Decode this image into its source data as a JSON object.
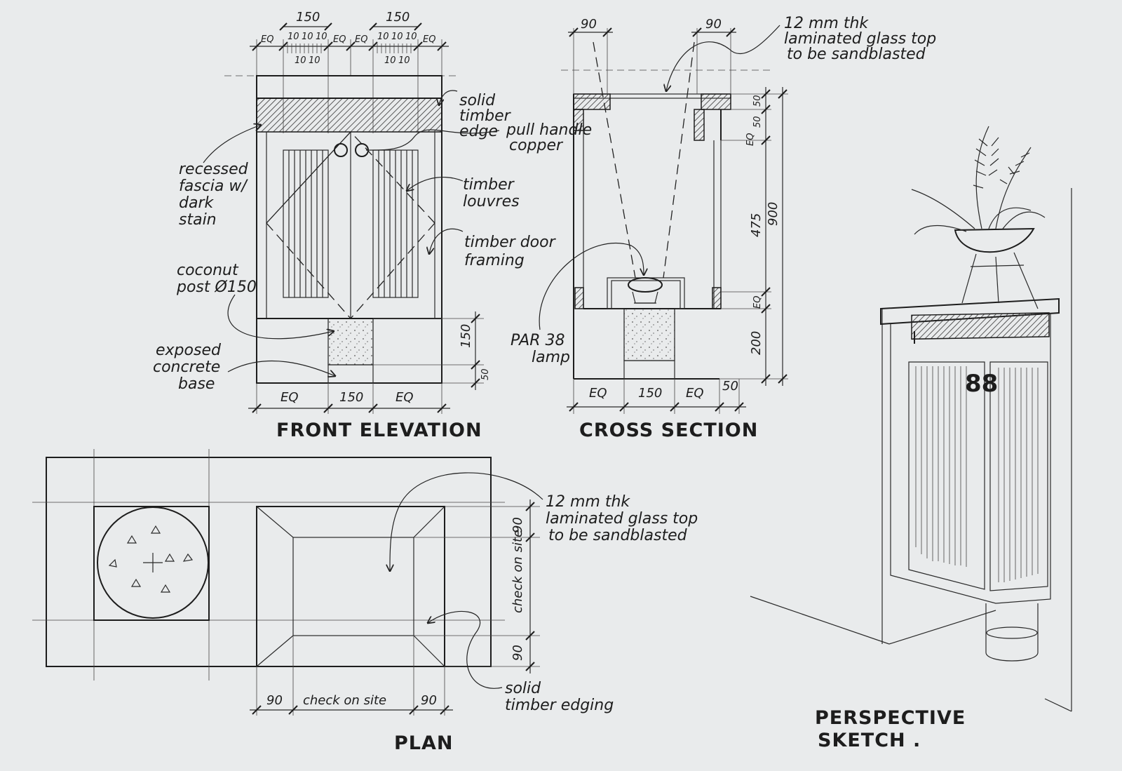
{
  "titles": {
    "front_elevation": "FRONT ELEVATION",
    "cross_section": "CROSS SECTION",
    "plan": "PLAN",
    "perspective_line1": "PERSPECTIVE",
    "perspective_line2": "SKETCH ."
  },
  "annotations": {
    "solid_timber_edge": [
      "solid",
      "timber",
      "edge"
    ],
    "pull_handle": [
      "pull handle",
      "copper"
    ],
    "recessed_fascia": [
      "recessed",
      "fascia w/",
      "dark",
      "stain"
    ],
    "timber_louvres": [
      "timber",
      "louvres"
    ],
    "timber_door_framing": [
      "timber door",
      "framing"
    ],
    "coconut_post": [
      "coconut",
      "post Ø150"
    ],
    "exposed_concrete": [
      "exposed",
      "concrete",
      "base"
    ],
    "par_lamp": [
      "PAR 38",
      "lamp"
    ],
    "glass_top_section": [
      "12 mm thk",
      "laminated glass top",
      "to be sandblasted"
    ],
    "glass_top_plan": [
      "12 mm thk",
      "laminated glass top",
      "to be sandblasted"
    ],
    "solid_timber_edging": [
      "solid",
      "timber edging"
    ]
  },
  "dimensions": {
    "fe_top": [
      "EQ",
      "150",
      "EQ",
      "EQ",
      "150",
      "EQ"
    ],
    "fe_louvre_small": [
      "10",
      "10",
      "10",
      "10",
      "10",
      "10",
      "10",
      "10",
      "10",
      "10"
    ],
    "fe_bottom": [
      "EQ",
      "150",
      "EQ"
    ],
    "fe_right": [
      "150",
      "50"
    ],
    "cs_top": [
      "90",
      "90"
    ],
    "cs_bottom": [
      "EQ",
      "150",
      "EQ",
      "50"
    ],
    "cs_right_inner": [
      "50",
      "50",
      "EQ",
      "475",
      "EQ",
      "200"
    ],
    "cs_right_outer": "900",
    "plan_right": [
      "90",
      "check on site",
      "90"
    ],
    "plan_bottom": [
      "90",
      "check on site",
      "90"
    ]
  },
  "sketch_number": "88"
}
